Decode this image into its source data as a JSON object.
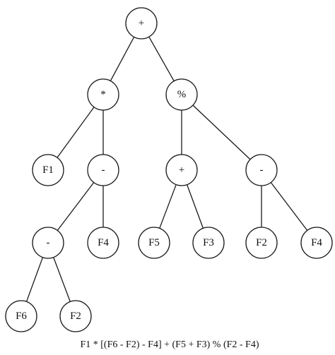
{
  "tree": {
    "nodes": [
      {
        "id": "root",
        "label": "+"
      },
      {
        "id": "mul",
        "label": "*"
      },
      {
        "id": "mod",
        "label": "%"
      },
      {
        "id": "f1",
        "label": "F1"
      },
      {
        "id": "sub1",
        "label": "-"
      },
      {
        "id": "plus2",
        "label": "+"
      },
      {
        "id": "sub3",
        "label": "-"
      },
      {
        "id": "sub2",
        "label": "-"
      },
      {
        "id": "f4a",
        "label": "F4"
      },
      {
        "id": "f5",
        "label": "F5"
      },
      {
        "id": "f3",
        "label": "F3"
      },
      {
        "id": "f2b",
        "label": "F2"
      },
      {
        "id": "f4b",
        "label": "F4"
      },
      {
        "id": "f6",
        "label": "F6"
      },
      {
        "id": "f2a",
        "label": "F2"
      }
    ],
    "edges": [
      [
        "root",
        "mul"
      ],
      [
        "root",
        "mod"
      ],
      [
        "mul",
        "f1"
      ],
      [
        "mul",
        "sub1"
      ],
      [
        "mod",
        "plus2"
      ],
      [
        "mod",
        "sub3"
      ],
      [
        "sub1",
        "sub2"
      ],
      [
        "sub1",
        "f4a"
      ],
      [
        "plus2",
        "f5"
      ],
      [
        "plus2",
        "f3"
      ],
      [
        "sub3",
        "f2b"
      ],
      [
        "sub3",
        "f4b"
      ],
      [
        "sub2",
        "f6"
      ],
      [
        "sub2",
        "f2a"
      ]
    ]
  },
  "caption": "F1 * [(F6 - F2) - F4] + (F5 + F3) % (F2 - F4)",
  "colors": {
    "stroke": "#1a1a1a",
    "fill": "#ffffff",
    "text": "#111111"
  }
}
